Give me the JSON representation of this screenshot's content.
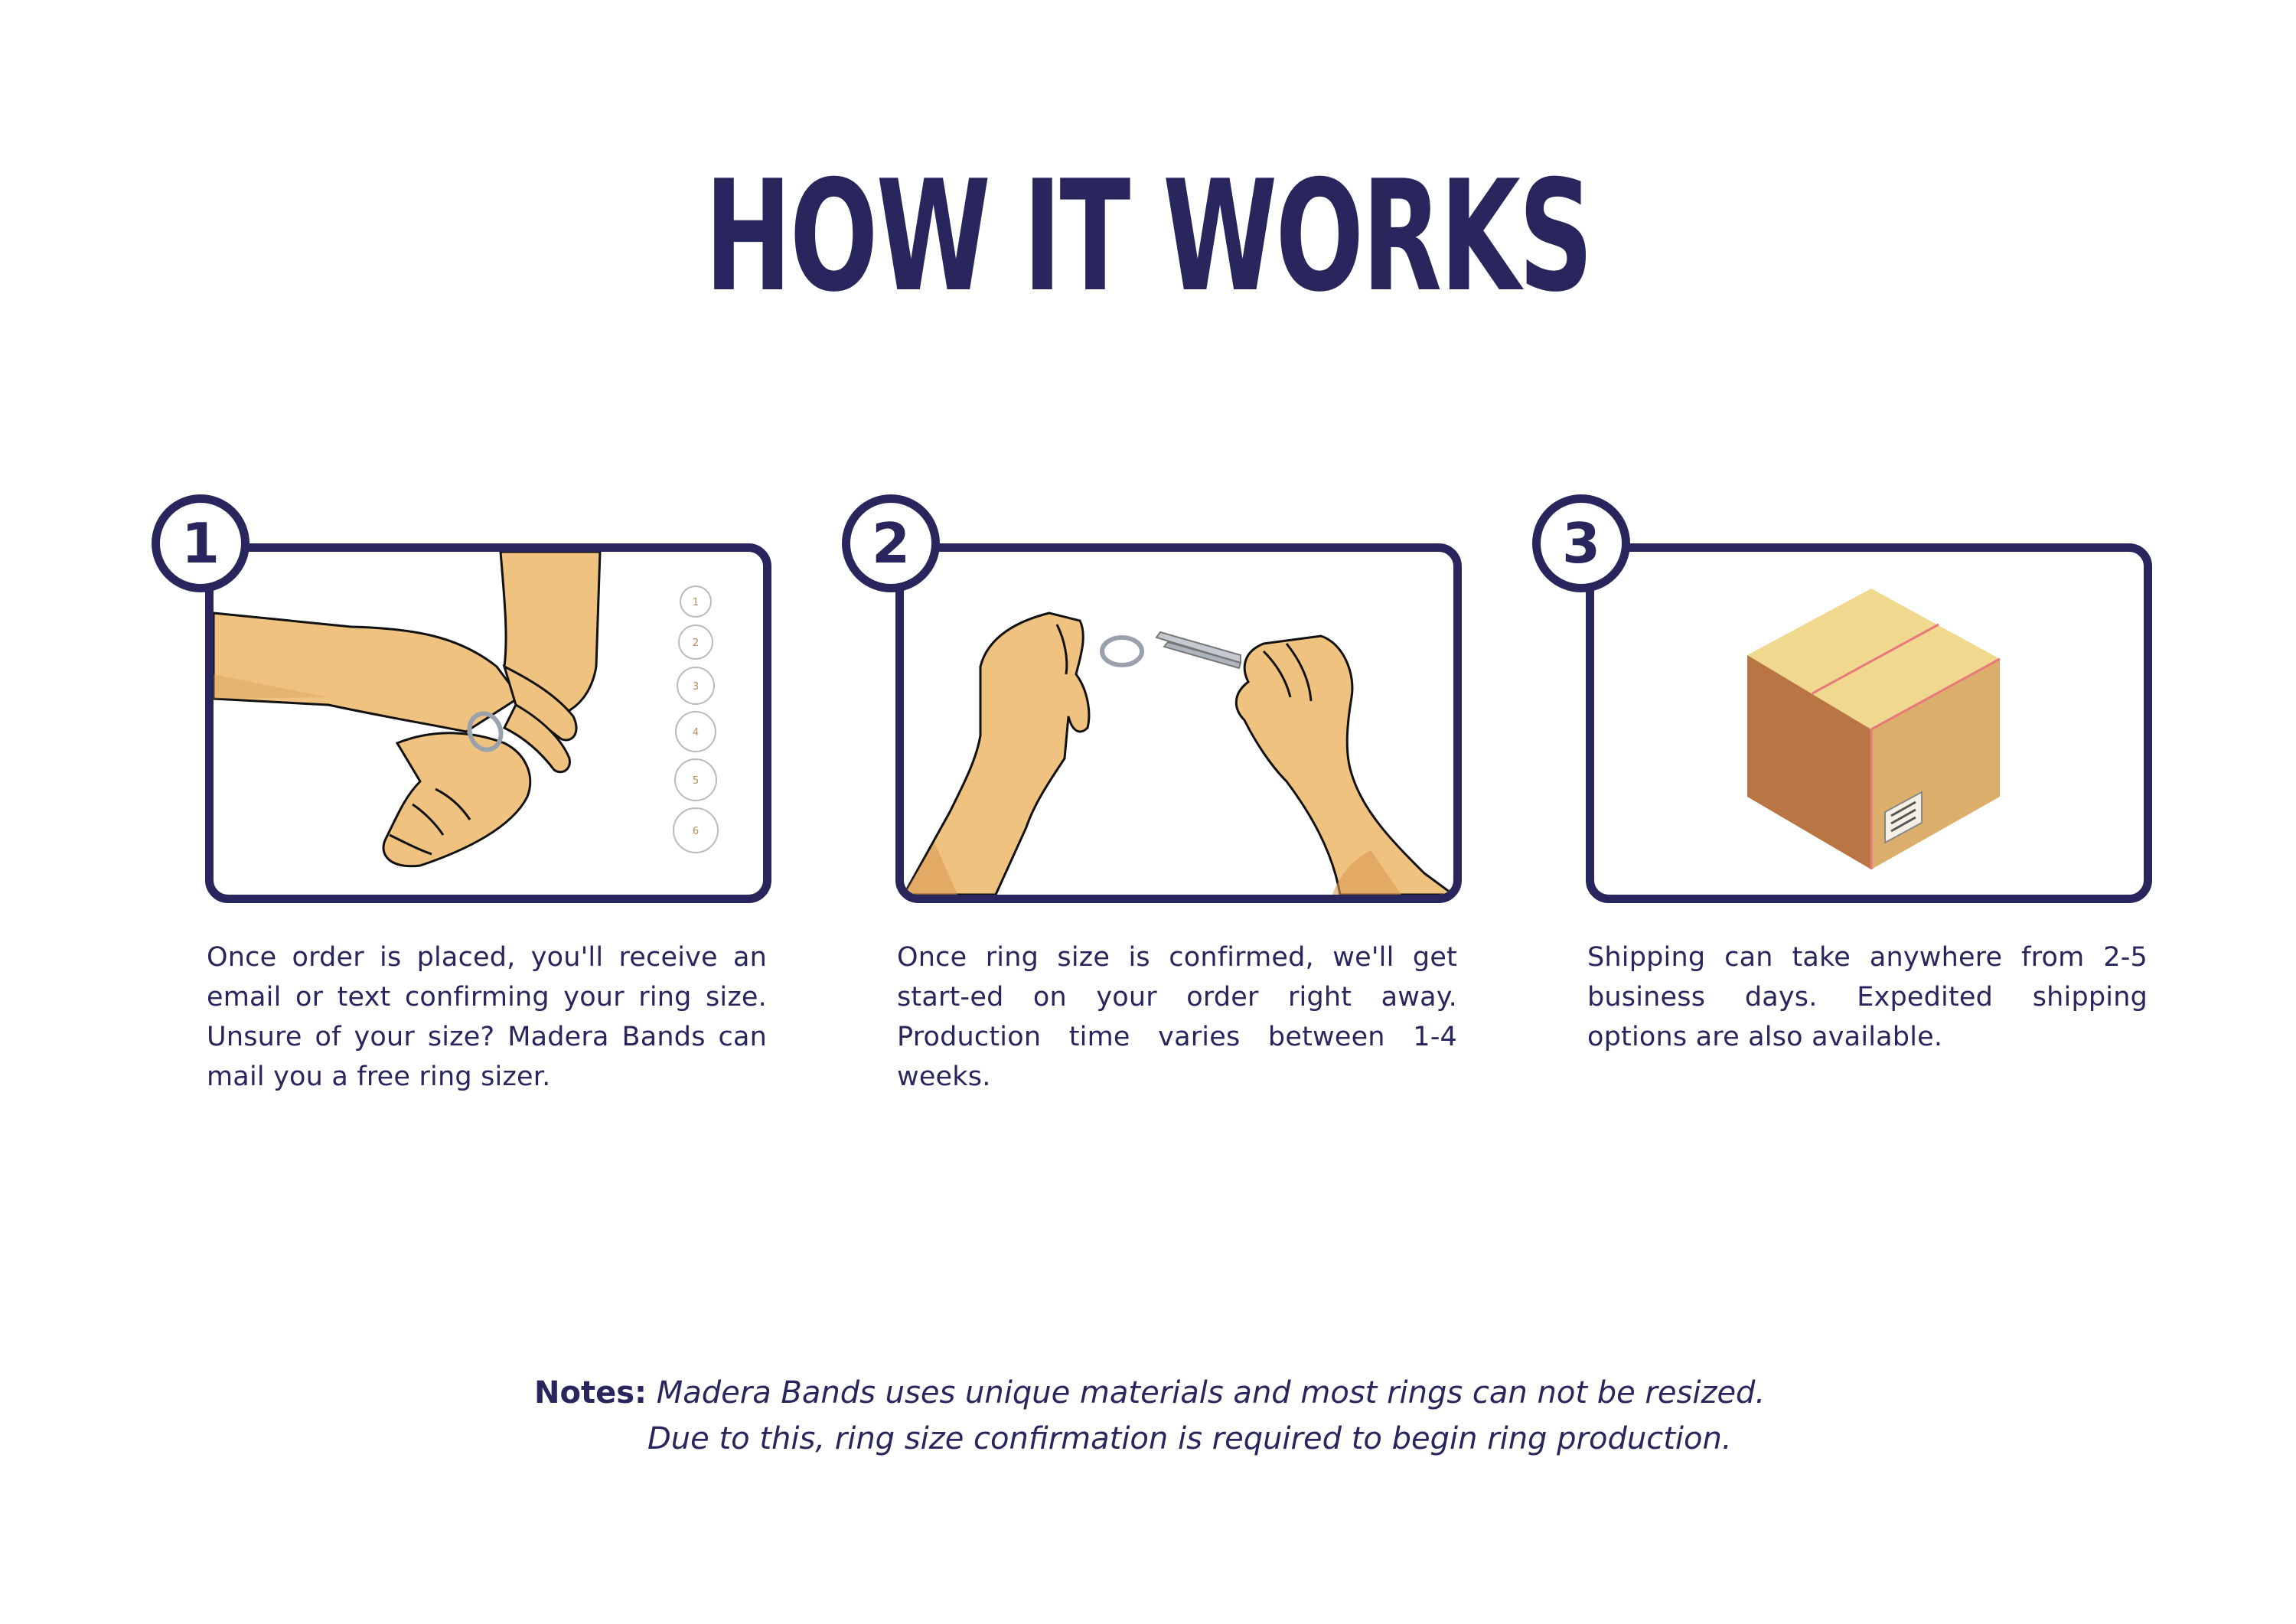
{
  "title": "HOW IT WORKS",
  "steps": [
    {
      "number": "1",
      "text": "Once order is placed, you'll receive an email or text confirming your ring size. Unsure of your size? Madera Bands can mail you a free ring sizer.",
      "ring_sizer_labels": [
        "1",
        "2",
        "3",
        "4",
        "5",
        "6"
      ]
    },
    {
      "number": "2",
      "text": "Once ring size is confirmed, we'll get start-ed on your order right away. Production time varies between 1-4 weeks."
    },
    {
      "number": "3",
      "text": "Shipping can take anywhere from 2-5 business days. Expedited shipping options are also available."
    }
  ],
  "notes": {
    "label": "Notes:",
    "line1": "Madera Bands uses unique materials and most rings can not be resized.",
    "line2": "Due to this, ring size confirmation is required to begin ring production."
  },
  "colors": {
    "navy": "#29265e",
    "skin": "#f0c27f",
    "skin_shadow": "#d89a52",
    "box_top": "#f0d98f",
    "box_left": "#b97544",
    "box_right": "#dcae6c"
  }
}
